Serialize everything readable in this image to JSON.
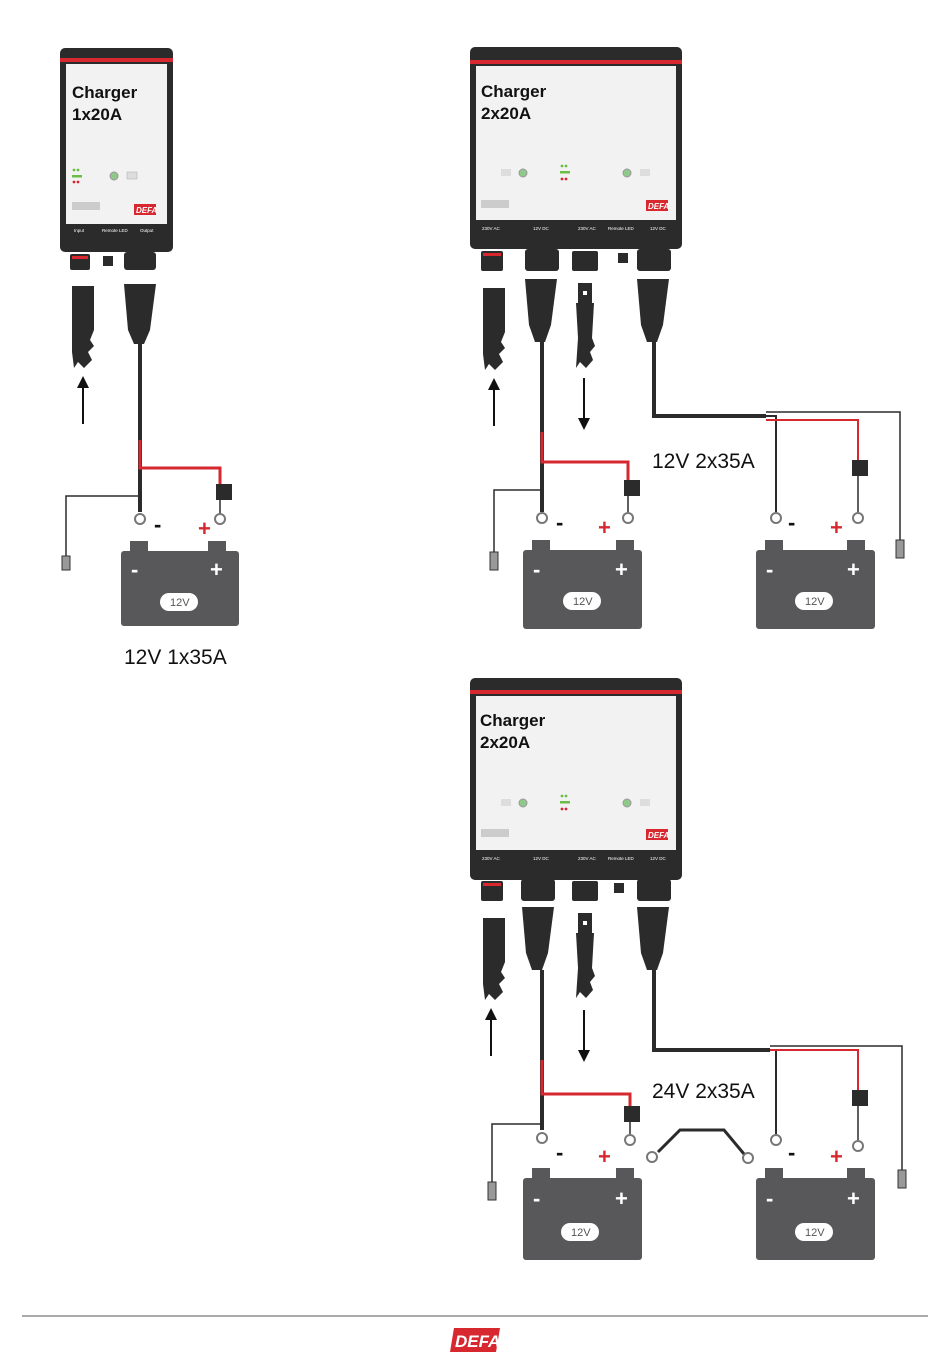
{
  "brand": {
    "logo_text": "DEFA",
    "colors": {
      "red": "#d7282f",
      "dark": "#2e2e2e",
      "battery": "#58585a",
      "wire_red": "#d7282f"
    }
  },
  "diagrams": [
    {
      "id": "single",
      "charger_title_line1": "Charger",
      "charger_title_line2": "1x20A",
      "ports": [
        "Input",
        "Remote LED",
        "Output"
      ],
      "batteries": [
        {
          "label": "12V",
          "neg": "-",
          "pos": "+",
          "term_neg": "-",
          "term_pos": "+"
        }
      ],
      "caption": "12V  1x35A"
    },
    {
      "id": "dual-parallel",
      "charger_title_line1": "Charger",
      "charger_title_line2": "2x20A",
      "ports": [
        "230V AC",
        "12V DC",
        "230V AC",
        "Remote LED",
        "12V DC"
      ],
      "batteries": [
        {
          "label": "12V",
          "neg": "-",
          "pos": "+",
          "term_neg": "-",
          "term_pos": "+"
        },
        {
          "label": "12V",
          "neg": "-",
          "pos": "+",
          "term_neg": "-",
          "term_pos": "+"
        }
      ],
      "caption": "12V  2x35A"
    },
    {
      "id": "dual-series",
      "charger_title_line1": "Charger",
      "charger_title_line2": "2x20A",
      "ports": [
        "230V AC",
        "12V DC",
        "230V AC",
        "Remote LED",
        "12V DC"
      ],
      "batteries": [
        {
          "label": "12V",
          "neg": "-",
          "pos": "+",
          "term_neg": "-",
          "term_pos": "+"
        },
        {
          "label": "12V",
          "neg": "-",
          "pos": "+",
          "term_neg": "-",
          "term_pos": "+"
        }
      ],
      "caption": "24V  2x35A"
    }
  ]
}
